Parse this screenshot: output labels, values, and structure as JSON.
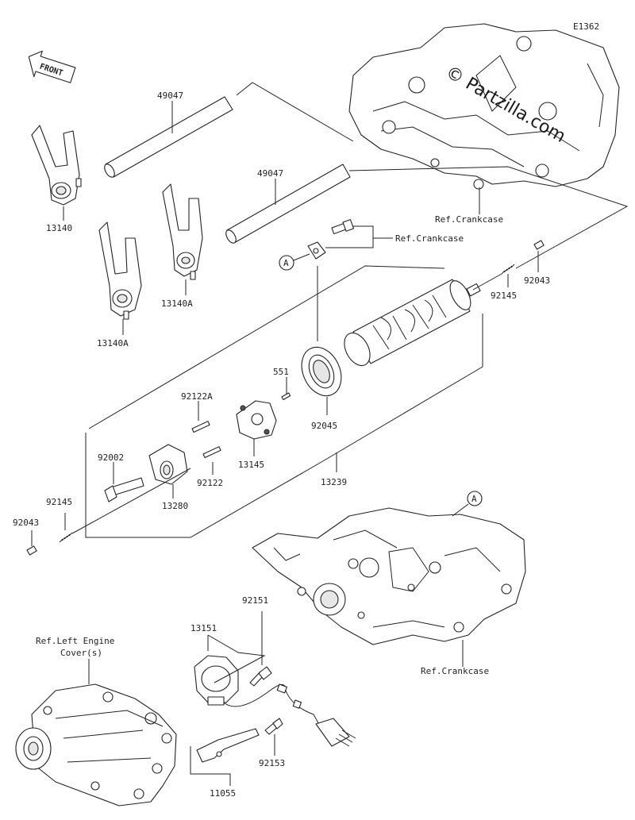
{
  "diagram_code": "E1362",
  "watermark": "© Partzilla.com",
  "front_label": "FRONT",
  "callout_letter": "A",
  "labels": {
    "p49047a": "49047",
    "p49047b": "49047",
    "p13140": "13140",
    "p13140a_top": "13140A",
    "p13140a_bot": "13140A",
    "ref_crankcase_top": "Ref.Crankcase",
    "ref_crankcase_mid": "Ref.Crankcase",
    "ref_crankcase_bot": "Ref.Crankcase",
    "p92043_right": "92043",
    "p92145_right": "92145",
    "p551": "551",
    "p92122a": "92122A",
    "p92002": "92002",
    "p92045": "92045",
    "p13145": "13145",
    "p92122": "92122",
    "p13280": "13280",
    "p13239": "13239",
    "p92145_left": "92145",
    "p92043_left": "92043",
    "p92151": "92151",
    "p13151": "13151",
    "ref_left_cover_1": "Ref.Left Engine",
    "ref_left_cover_2": "Cover(s)",
    "p92153": "92153",
    "p11055": "11055"
  }
}
